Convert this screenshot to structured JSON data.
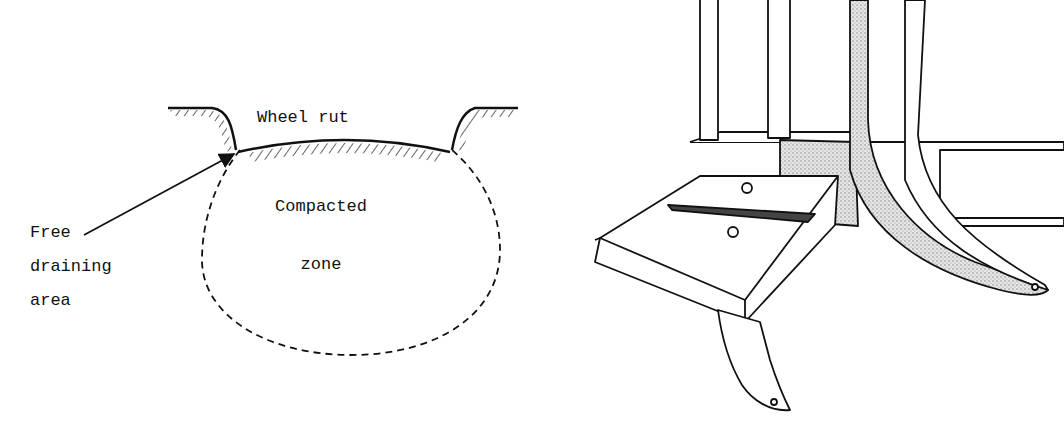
{
  "diagram": {
    "nodes": [
      {
        "text": [
          "Compacted zone"
        ]
      }
    ],
    "labels": [
      "Wheel rut",
      "Free draining area"
    ]
  }
}
